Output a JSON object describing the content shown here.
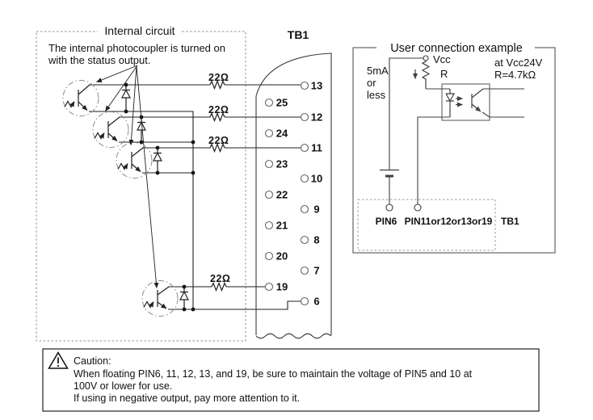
{
  "internal_circuit": {
    "title": "Internal circuit",
    "description_line1": "The internal photocoupler is turned on",
    "description_line2": "with the status output.",
    "resistor_labels": [
      "22Ω",
      "22Ω",
      "22Ω",
      "22Ω"
    ]
  },
  "tb1": {
    "label": "TB1",
    "right_pins": [
      "13",
      "12",
      "11",
      "10",
      "9",
      "8",
      "7",
      "6"
    ],
    "left_pins": [
      "25",
      "24",
      "23",
      "22",
      "21",
      "20",
      "19"
    ]
  },
  "user_example": {
    "title": "User connection example",
    "current_note_line1": "5mA",
    "current_note_line2": "or",
    "current_note_line3": "less",
    "vcc_label": "Vcc",
    "resistor_label": "R",
    "condition_line1": "at Vcc24V",
    "condition_line2": "R=4.7kΩ",
    "pin6_label": "PIN6",
    "pin_multi_label": "PIN11or12or13or19",
    "tb1_label": "TB1"
  },
  "caution": {
    "heading": "Caution:",
    "line1": "When floating PIN6, 11, 12, 13, and 19, be sure to maintain the voltage of PIN5 and 10 at",
    "line2": "100V or lower for use.",
    "line3": "If using in negative output, pay more attention to it."
  },
  "colors": {
    "line": "#1f1f1f",
    "gray_outline": "#8a8a8a",
    "background": "#ffffff"
  }
}
